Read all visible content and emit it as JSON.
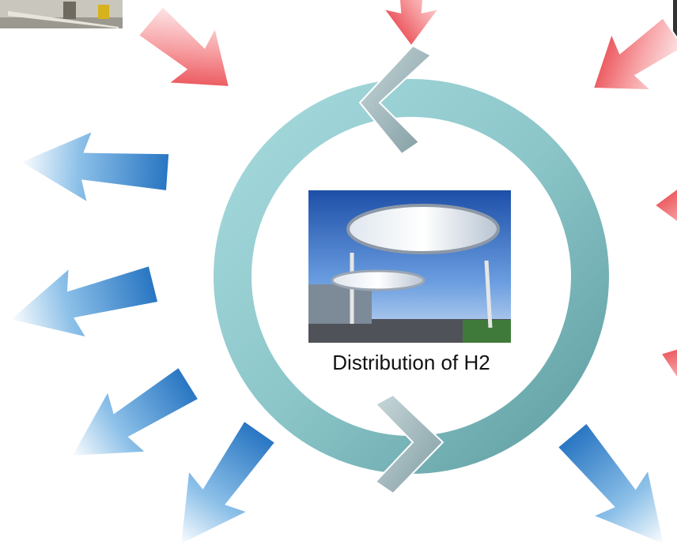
{
  "center": {
    "caption": "Distribution of H2",
    "photo_icon": "station-canopy-photo"
  },
  "corner_photo_icon": "industrial-site-photo",
  "colors": {
    "ring": "#8fc9cc",
    "ring_dark": "#5e9ea3",
    "chevron": "#9ab8bc",
    "inflow_arrow": "#e8282f",
    "outflow_arrow": "#2a7cc7",
    "arrow_light": "#ffffff"
  },
  "arrows": {
    "inflow_icon": "inbound-red-arrow",
    "outflow_icon": "outbound-blue-arrow"
  }
}
